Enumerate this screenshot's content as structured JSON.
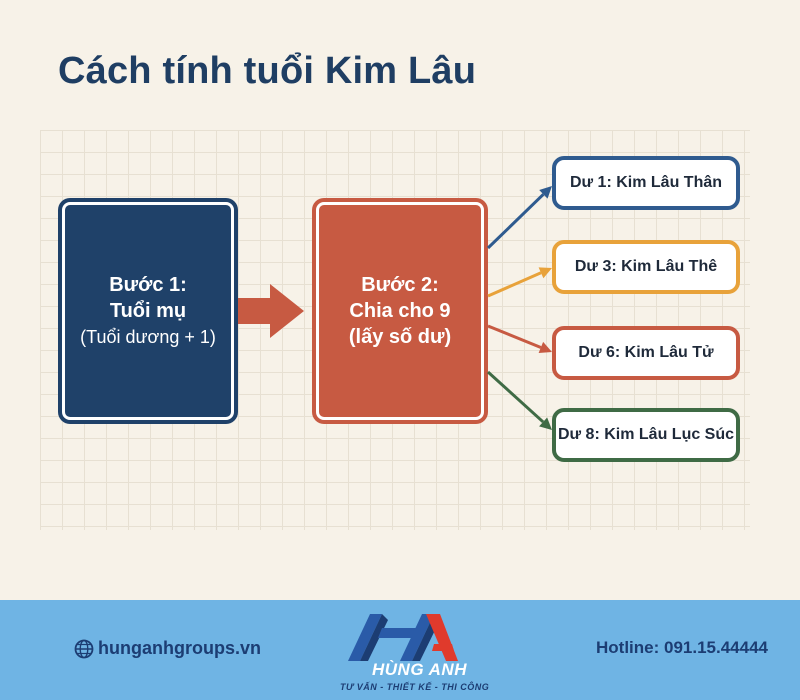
{
  "title": "Cách tính tuổi Kim Lâu",
  "step1": {
    "line1": "Bước 1:",
    "line2": "Tuổi mụ",
    "line3": "(Tuổi dương + 1)"
  },
  "step2": {
    "line1": "Bước 2:",
    "line2": "Chia cho 9",
    "line3": "(lấy số dư)"
  },
  "results": [
    {
      "label": "Dư 1: Kim Lâu Thân",
      "color": "#2f5b8f"
    },
    {
      "label": "Dư 3: Kim Lâu Thê",
      "color": "#e8a23a"
    },
    {
      "label": "Dư 6: Kim Lâu Tử",
      "color": "#c75a42"
    },
    {
      "label": "Dư 8: Kim Lâu Lục Súc",
      "color": "#3f6b45"
    }
  ],
  "colors": {
    "step1": "#1f4169",
    "step2": "#c75a42",
    "arrow": "#c75a42",
    "background": "#f7f2e8",
    "footer": "#6fb4e4"
  },
  "footer": {
    "website": "hunganhgroups.vn",
    "hotline": "Hotline: 091.15.44444",
    "brand": "HÙNG ANH",
    "slogan": "TƯ VẤN - THIẾT KẾ - THI CÔNG"
  }
}
